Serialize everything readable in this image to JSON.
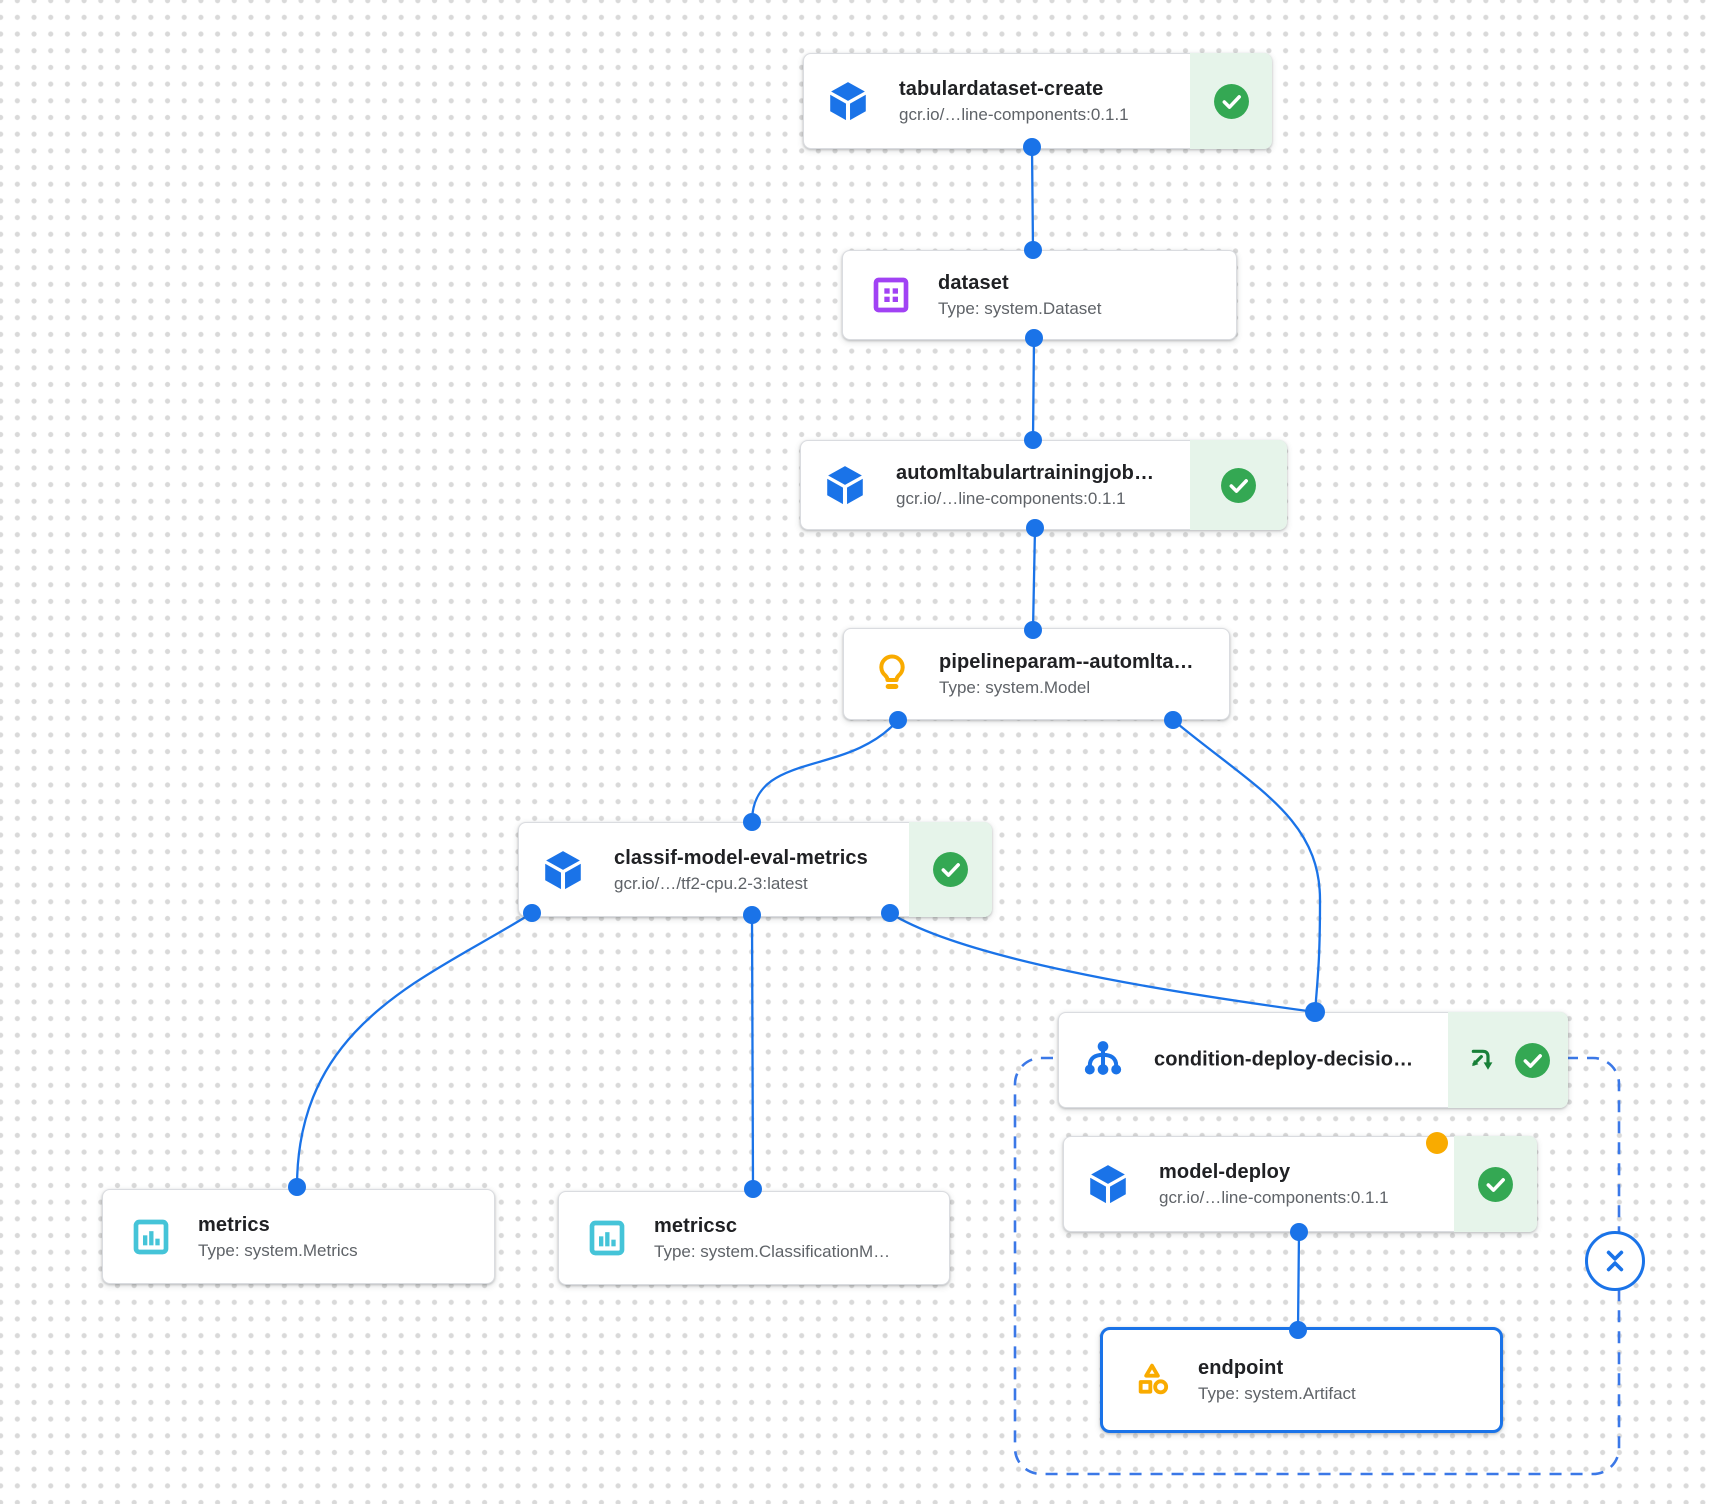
{
  "canvas": {
    "background_color": "#ffffff",
    "dot_grid_color": "#d9d9d9"
  },
  "colors": {
    "edge_blue": "#1a73e8",
    "component_icon_blue": "#1a73e8",
    "dataset_icon_purple": "#a142f4",
    "metrics_icon_cyan": "#45c4d8",
    "artifact_icon_amber": "#f9ab00",
    "status_green": "#34a853",
    "status_panel_green": "#e6f4ea",
    "split_icon_green": "#188038",
    "condition_border_dashed_blue": "#3b78e7",
    "running_badge_orange": "#f9ab00",
    "title_text": "#202124",
    "subtitle_text": "#5f6368"
  },
  "nodes": {
    "tabulardataset_create": {
      "title": "tabulardataset-create",
      "subtitle": "gcr.io/…line-components:0.1.1",
      "status": "succeeded",
      "icon": "component-cube-icon"
    },
    "dataset": {
      "title": "dataset",
      "subtitle": "Type: system.Dataset",
      "icon": "dataset-grid-icon"
    },
    "automltabulartrainingjob": {
      "title": "automltabulartrainingjob…",
      "subtitle": "gcr.io/…line-components:0.1.1",
      "status": "succeeded",
      "icon": "component-cube-icon"
    },
    "pipelineparam_automlta": {
      "title": "pipelineparam--automlta…",
      "subtitle": "Type: system.Model",
      "icon": "model-lightbulb-icon"
    },
    "classif_model_eval_metrics": {
      "title": "classif-model-eval-metrics",
      "subtitle": "gcr.io/…/tf2-cpu.2-3:latest",
      "status": "succeeded",
      "icon": "component-cube-icon"
    },
    "metrics": {
      "title": "metrics",
      "subtitle": "Type: system.Metrics",
      "icon": "metrics-chart-icon"
    },
    "metricsc": {
      "title": "metricsc",
      "subtitle": "Type: system.ClassificationM…",
      "icon": "metrics-chart-icon"
    },
    "condition_deploy_decision": {
      "title": "condition-deploy-decisio…",
      "status": "succeeded",
      "icon": "condition-tree-icon",
      "extra_icon": "split-arrows-icon"
    },
    "model_deploy": {
      "title": "model-deploy",
      "subtitle": "gcr.io/…line-components:0.1.1",
      "status": "succeeded",
      "icon": "component-cube-icon",
      "badge_color": "#f9ab00"
    },
    "endpoint": {
      "title": "endpoint",
      "subtitle": "Type: system.Artifact",
      "icon": "artifact-shapes-icon",
      "selected": true
    }
  },
  "controls": {
    "collapse_button_icon": "collapse-chevrons-icon"
  }
}
